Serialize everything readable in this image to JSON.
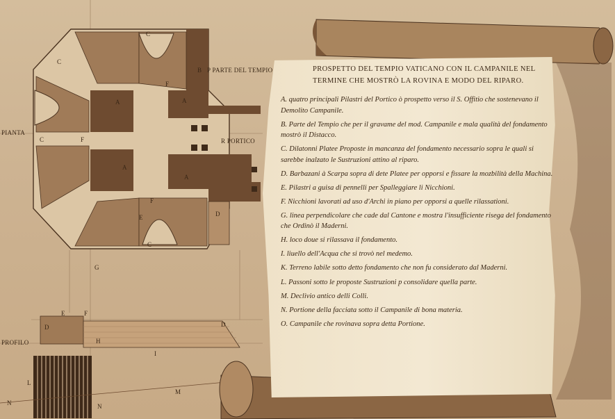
{
  "plan": {
    "side_label_left": "PIANTA",
    "side_label_profile": "PROFILO",
    "part_of_temple": "P  PARTE DEL TEMPIO",
    "portico": "R  PORTICO",
    "letters": {
      "c_top": "C",
      "c_left_upper": "C",
      "c_left": "C",
      "c_bottom": "C",
      "b": "B",
      "f_upper": "F",
      "f_left": "F",
      "f_bottom": "F",
      "a1": "A",
      "a2": "A",
      "a3": "A",
      "a4": "A",
      "d_plan": "D",
      "e_plan": "E",
      "g": "G",
      "e_profile": "E",
      "f_profile": "F",
      "d_profile_left": "D",
      "h": "H",
      "i": "I",
      "d_profile_right": "D",
      "l": "L",
      "m": "M",
      "n_left": "N",
      "n_right": "N"
    }
  },
  "scroll": {
    "title": "PROSPETTO DEL TEMPIO VATICANO CON IL CAMPANILE NEL TERMINE CHE MOSTRÒ LA ROVINA E MODO DEL RIPARO.",
    "legend": [
      "A. quatro principali Pilastri del Portico ò prospetto verso il S. Offitio che sostenevano il Demolito Campanile.",
      "B. Parte del Tempio che per il gravame del mod. Campanile e mala qualità del fondamento mostrò il Distacco.",
      "C. Dilatonni Platee Proposte in mancanza del fondamento necessario sopra le quali si sarebbe inalzato le Sustruzioni attino al riparo.",
      "D. Barbazani à Scarpa sopra di dete Platee per opporsi e fissare la mozbilità della Machina.",
      "E. Pilastri a guisa di pennelli per Spalleggiare li Nicchioni.",
      "F. Nicchioni lavorati ad uso d'Archi in piano per opporsi a quelle rilassationi.",
      "G. linea perpendicolare che cade dal Cantone e mostra l'insufficiente risega del fondamento che Ordinò il Maderni.",
      "H. loco doue si rilassava il fondamento.",
      "I. liuello dell'Acqua che si trovò nel medemo.",
      "K. Terreno labile sotto detto fondamento che non fu considerato dal Maderni.",
      "L. Passoni sotto le proposte Sustruzioni p consolidare quella parte.",
      "M. Declivio antico delli Colli.",
      "N. Portione della facciata sotto il Campanile di bona materia.",
      "O. Campanile che rovinava sopra detta Portione."
    ]
  },
  "colors": {
    "paper": "#cdb392",
    "ink": "#3a2716",
    "wall_dark": "#6e4b30",
    "wall_mid": "#8a6444",
    "scroll_paper": "#f1e5cd"
  }
}
